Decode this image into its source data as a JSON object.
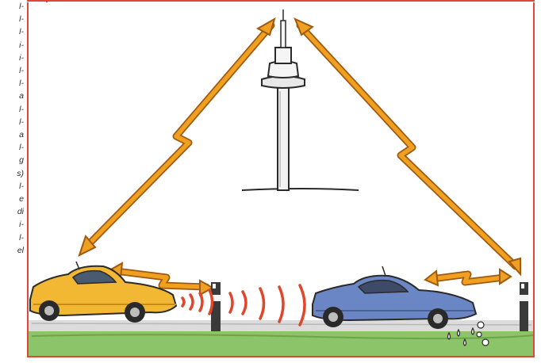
{
  "side_text_lines": [
    "l-",
    "l-",
    "l-",
    "i-",
    "i-",
    "l-",
    "l-",
    "a",
    "l-",
    "l-",
    "a",
    "l-",
    "g",
    "s)",
    "l-",
    "e",
    "di",
    "i-",
    "l-",
    "el"
  ],
  "illustration": {
    "subject": "radio-tower-with-cars",
    "colors": {
      "frame": "#e0463a",
      "arrow": "#f0a020",
      "arrow_outline": "#a05a10",
      "signal_waves": "#e0462a",
      "yellow_car": "#f2b733",
      "blue_car": "#6b86c4",
      "grass": "#8cc46a",
      "road": "#d9d9d9",
      "tower": "#3a3a3a"
    }
  }
}
